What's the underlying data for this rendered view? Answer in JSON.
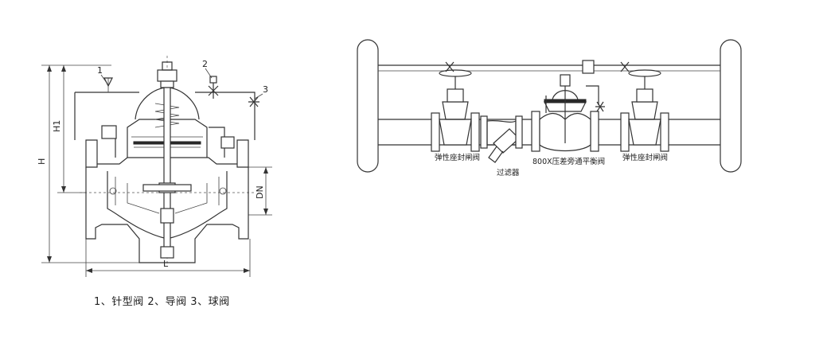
{
  "left_diagram": {
    "callouts": [
      "1",
      "2",
      "3"
    ],
    "dims": {
      "height": "H",
      "height1": "H1",
      "nominal": "DN",
      "length": "L"
    },
    "caption": "1、针型阀 2、导阀 3、球阀"
  },
  "right_diagram": {
    "labels": {
      "gate_left": "弹性座封闸阀",
      "strainer": "过滤器",
      "main_valve": "800X压差旁通平衡阀",
      "gate_right": "弹性座封闸阀"
    }
  }
}
